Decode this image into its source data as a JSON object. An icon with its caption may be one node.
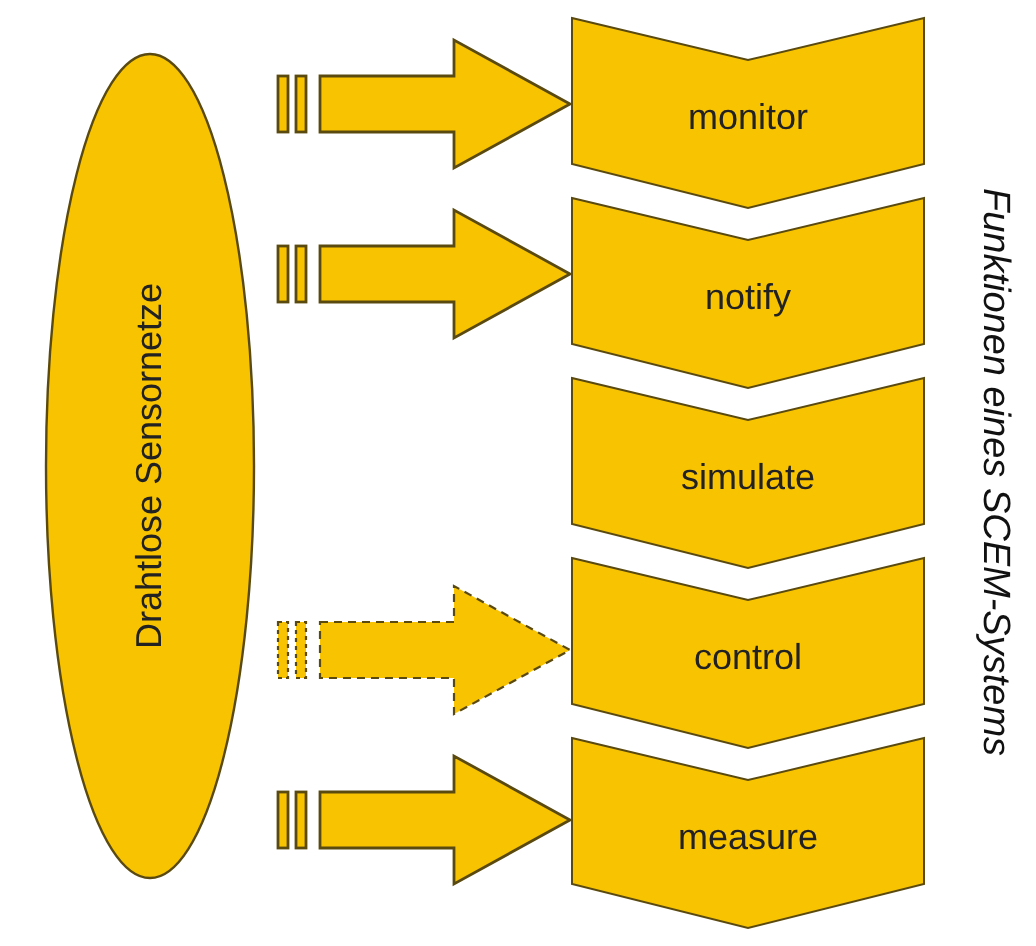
{
  "diagram": {
    "title": "Funktionen eines SCEM-Systems",
    "nodes": [
      {
        "text": [
          "Drahtlose Sensornetze"
        ]
      },
      {
        "text": [
          "monitor"
        ]
      },
      {
        "text": [
          "notify"
        ]
      },
      {
        "text": [
          "simulate"
        ]
      },
      {
        "text": [
          "control"
        ]
      },
      {
        "text": [
          "measure"
        ]
      }
    ],
    "edges": [
      {
        "from": 0,
        "to": 1,
        "arrow": "to",
        "style": "thick"
      },
      {
        "from": 0,
        "to": 2,
        "arrow": "to",
        "style": "thick"
      },
      {
        "from": 0,
        "to": 4,
        "arrow": "to",
        "style": "dashed"
      },
      {
        "from": 0,
        "to": 5,
        "arrow": "to",
        "style": "thick"
      }
    ]
  }
}
